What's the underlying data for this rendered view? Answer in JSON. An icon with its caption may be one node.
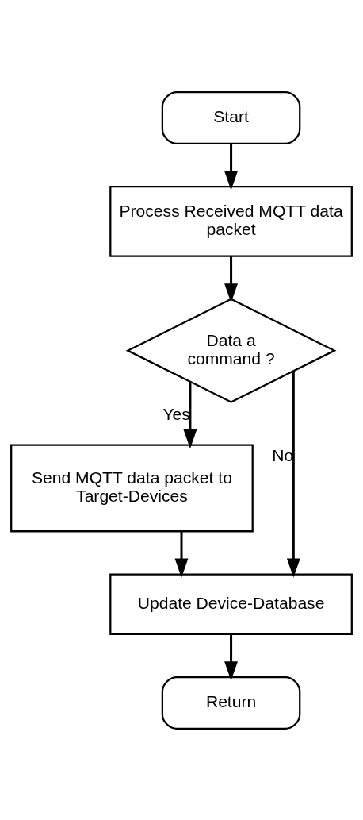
{
  "diagram": {
    "nodes": [
      {
        "text": [
          "Start"
        ]
      },
      {
        "text": [
          "Process Received MQTT data packet"
        ]
      },
      {
        "text": [
          "Data a command ?"
        ]
      },
      {
        "text": [
          "Send MQTT data packet to Target-Devices"
        ]
      },
      {
        "text": [
          "Update Device-Database"
        ]
      },
      {
        "text": [
          "Return"
        ]
      }
    ],
    "edges": [
      {
        "from": 0,
        "to": 1,
        "arrow": "to"
      },
      {
        "from": 1,
        "to": 2,
        "arrow": "to"
      },
      {
        "from": 2,
        "to": 3,
        "label": "Yes",
        "arrow": "to"
      },
      {
        "from": 2,
        "to": 4,
        "label": "No",
        "arrow": "to"
      },
      {
        "from": 3,
        "to": 4,
        "arrow": "to"
      },
      {
        "from": 4,
        "to": 5,
        "arrow": "to"
      }
    ]
  }
}
